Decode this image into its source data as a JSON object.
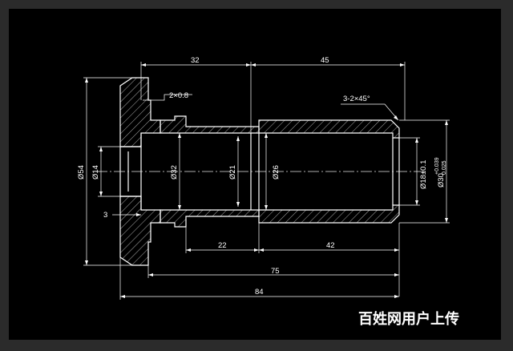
{
  "dimensions": {
    "len_32": "32",
    "len_45": "45",
    "chamfer_small": "2×0.8",
    "chamfer_end": "3-2×45°",
    "dia_54": "Ø54",
    "dia_14": "Ø14",
    "dia_32": "Ø32",
    "dia_21": "Ø21",
    "dia_26": "Ø26",
    "dia_18": "Ø18±0.1",
    "dia_30": "Ø30",
    "tol_upper": "+0.039",
    "tol_lower": "0.025",
    "len_3": "3",
    "len_22": "22",
    "len_42": "42",
    "len_75": "75",
    "len_84": "84"
  },
  "watermark": "百姓网用户上传",
  "colors": {
    "background": "#000000",
    "frame": "#2b2b2b",
    "outline": "#ffffff",
    "hatch": "#d8d8d8",
    "centerline": "#e6e6e6"
  }
}
